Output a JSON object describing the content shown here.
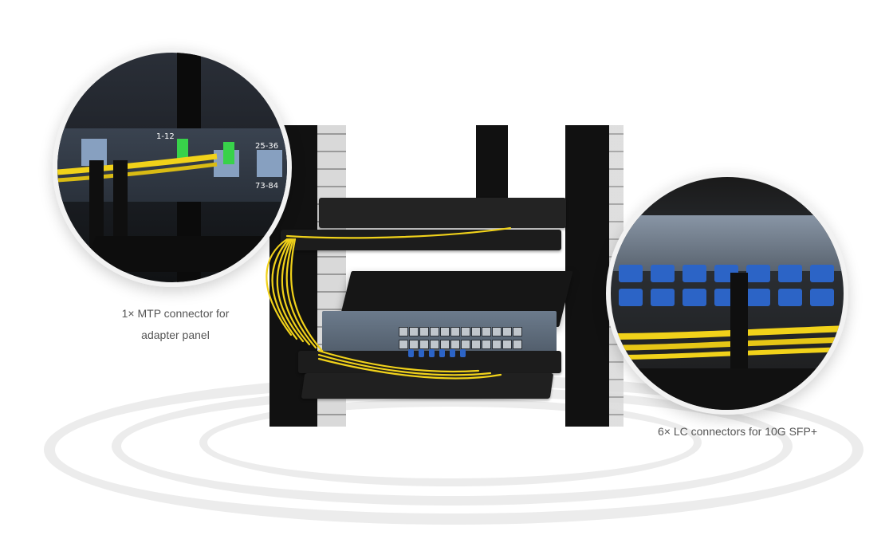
{
  "captions": {
    "mtp": "1× MTP connector for adapter panel",
    "mtp_line1": "1× MTP connector for",
    "mtp_line2": "adapter panel",
    "lc": "6× LC connectors for 10G SFP+"
  },
  "zoom_left": {
    "port_labels": [
      "1-12",
      "25-36",
      "73-84"
    ]
  },
  "colors": {
    "fiber": "#f1d21a",
    "lc_connector": "#2c64c6",
    "mtp_connector": "#38d24a",
    "rack": "#111111"
  }
}
